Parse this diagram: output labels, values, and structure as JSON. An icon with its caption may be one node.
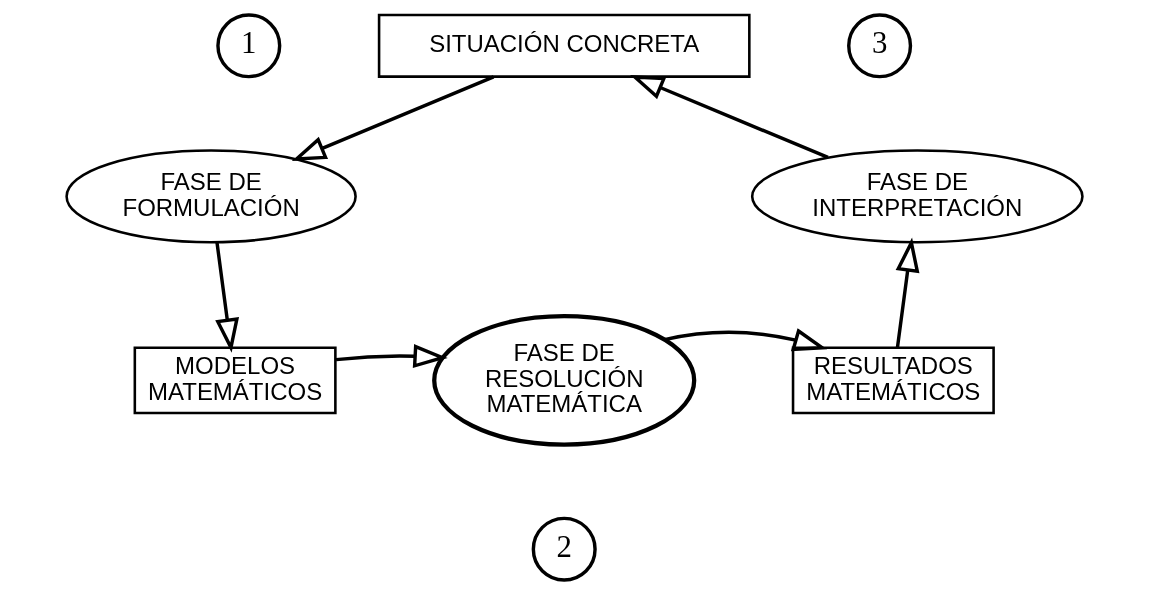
{
  "diagram": {
    "nodes": [
      {
        "text": [
          "SITUACIÓN CONCRETA"
        ]
      },
      {
        "text": [
          "FASE DE FORMULACIÓN"
        ]
      },
      {
        "text": [
          "MODELOS MATEMÁTICOS"
        ]
      },
      {
        "text": [
          "FASE DE RESOLUCIÓN MATEMÁTICA"
        ]
      },
      {
        "text": [
          "RESULTADOS MATEMÁTICOS"
        ]
      },
      {
        "text": [
          "FASE DE INTERPRETACIÓN"
        ]
      },
      {
        "text": [
          "1"
        ]
      },
      {
        "text": [
          "2"
        ]
      },
      {
        "text": [
          "3"
        ]
      }
    ],
    "edges": [
      {
        "from": 0,
        "to": 1,
        "arrow": "to"
      },
      {
        "from": 1,
        "to": 2,
        "arrow": "to"
      },
      {
        "from": 2,
        "to": 3,
        "arrow": "to"
      },
      {
        "from": 3,
        "to": 4,
        "arrow": "to"
      },
      {
        "from": 4,
        "to": 5,
        "arrow": "to"
      },
      {
        "from": 5,
        "to": 0,
        "arrow": "to"
      }
    ]
  }
}
